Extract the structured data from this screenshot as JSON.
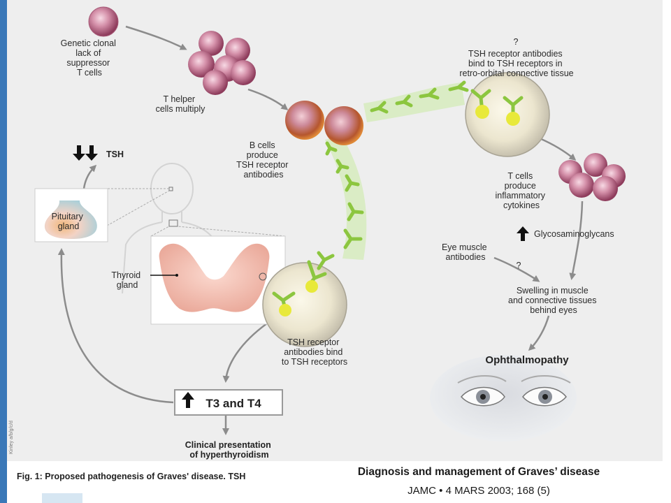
{
  "figure": {
    "nodes": {
      "genetic": [
        "Genetic clonal",
        "lack of",
        "suppressor",
        "T cells"
      ],
      "thelper": [
        "T helper",
        "cells multiply"
      ],
      "bcells": [
        "B cells",
        "produce",
        "TSH receptor",
        "antibodies"
      ],
      "question1": "?",
      "retro": [
        "TSH receptor antibodies",
        "bind to TSH receptors in",
        "retro-orbital connective tissue"
      ],
      "tcells": [
        "T cells",
        "produce",
        "inflammatory",
        "cytokines"
      ],
      "gag": "Glycosaminoglycans",
      "eye_muscle": [
        "Eye muscle",
        "antibodies"
      ],
      "question2": "?",
      "swelling": [
        "Swelling in muscle",
        "and connective tissues",
        "behind eyes"
      ],
      "ophth": "Ophthalmopathy",
      "tsh": "TSH",
      "pituitary": [
        "Pituitary",
        "gland"
      ],
      "thyroid": [
        "Thyroid",
        "gland"
      ],
      "tshr_bind": [
        "TSH receptor",
        "antibodies bind",
        "to TSH receptors"
      ],
      "t3t4": "T3 and T4",
      "clinical": [
        "Clinical presentation",
        "of hyperthyroidism"
      ]
    },
    "caption": "Fig. 1: Proposed pathogenesis of Graves' disease. TSH",
    "credit": "Kinley a/b/g/c/d"
  },
  "footer": {
    "title": "Diagnosis and management of Graves’ disease",
    "citation": "JAMC • 4 MARS 2003; 168 (5)"
  },
  "colors": {
    "frame_blue": "#3a78b8",
    "panel_bg": "#eeeeee",
    "antibody_green": "#8cc63f",
    "cell_pink": "#c2708a",
    "arrow_gray": "#8c8c8c"
  }
}
